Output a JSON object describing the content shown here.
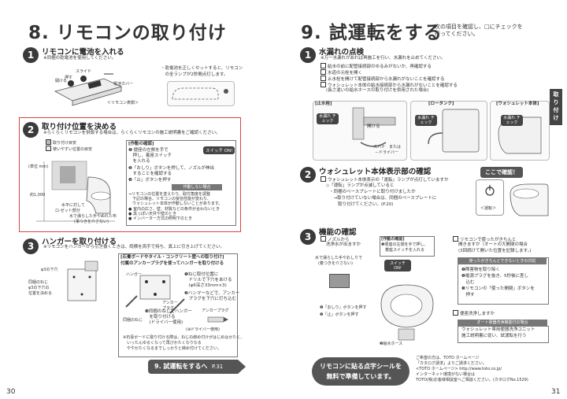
{
  "left": {
    "title": "8. リモコンの取り付け",
    "s1": {
      "num": "1",
      "title": "リモコンに電池を入れる",
      "note": "※同梱の乾電池を使用してください。",
      "tip": [
        "・乾電池を正しくセットすると、リモコン",
        "　の全ランプが2秒間点灯します。"
      ],
      "labels": {
        "open": "開ける",
        "press": "押す",
        "slide": "スライド",
        "cover": "電池カバー",
        "caption": "＜リモコン表側＞"
      }
    },
    "s2": {
      "num": "2",
      "title": "取り付け位置を決める",
      "note": "※らくらくリモコンを併設する場合は、らくらくリモコンの施工説明書をご確認ください。",
      "legend": [
        "取り付け目安",
        "使いやすい位置の目安"
      ],
      "dims": {
        "a": "(単位 mm)",
        "b": "約1,000",
        "c": "水平に対して",
        "d": "ロ-ゼット部分",
        "e": "水で濡らした手やぬれた布",
        "f": "(事つきを介さない)"
      },
      "confirm": {
        "title": "[作動の確認]",
        "items": [
          "❶ 便座の左側を手で",
          "　押し、着座スイッチ",
          "　を入れる",
          "❷「おしり」ボタンを押して、ノズルが伸出",
          "　することを確認する",
          "❸「止」ボタンを押す"
        ],
        "switch": "スイッチ ON!",
        "bad": "作動しない場合",
        "bad_items": [
          "⇒リモコンの位置を変えたり、取付角度を調整",
          "　下記の場合、リモコンの受信性能が変わり、",
          "　ウォシュレット本体が作動しないことがあります。",
          "● 室内の広さ、壁、材質などの条件が合わないとき",
          "● 黒っぽい天井や壁のとき",
          "● インバーター方式の照明下のとき"
        ]
      }
    },
    "s3": {
      "num": "3",
      "title": "ハンガーを取り付ける",
      "note": "※リモコンをハンガーから引き抜くときは、両横を両手で持ち、真上に引き上げてください。",
      "left_labels": [
        "φ3の下穴",
        "同梱のねじ",
        "φ3の下穴の",
        "位置を決める"
      ],
      "box_title": [
        "[石膏ボードやタイル・コンクリート壁への取り付け]",
        "付属のアンカープラグを使ってハンガーを取り付ける"
      ],
      "labels": {
        "hanger": "ハンガー",
        "anchor": "アンカー",
        "plug": "プラグ",
        "screw": "同梱のねじ",
        "anchorplug": "アンカープラグ"
      },
      "steps": [
        "❶ねじ取付位置に",
        "　ドリルで下穴をあける",
        "　(φ6深さ33mm×3)",
        "❷ハンマーなどで、アンカー",
        "　プラグを下穴に打ち込む",
        "❸同梱のねじでハンガー",
        "　を取り付ける",
        "　(ドライバー使用)"
      ],
      "screwdriver": "(⊕ドライバー使用)",
      "warn": [
        "※石膏ボードに取り付ける際は、ねじの締め付けがはじめはかたく、",
        "　いったんゆるくなって再びかたくなりなる",
        "　ややかたくなるまでしっかりと締め付けてください。"
      ]
    },
    "nav": {
      "label": "9. 試運転をするへ",
      "page": "P.31"
    },
    "page_num": "30"
  },
  "right": {
    "title": "9. 試運転をする",
    "intro": [
      "次の項目を確認し、□にチェックを",
      "行ってください。"
    ],
    "tab": [
      "取",
      "り",
      "付",
      "け"
    ],
    "s1": {
      "num": "1",
      "title": "水漏れの点検",
      "note": "※万一水漏れがあれば再施工を行い、水漏れを止めてください。",
      "checks": [
        "給水の前に配管接続部のゆるみがないか、再確認する",
        "水道の元栓を開く",
        "止水栓を開けて配管接続部から水漏れがないことを確認する",
        "ウォシュレット本体の給水接続部から水漏れがないことを確認する"
      ],
      "checks_note": "(長さ違いの給水ホースの取り付けを併用された場合)",
      "boxes": [
        "[止水栓]",
        "[ロータンク]",
        "[ウォシュレット本体]"
      ],
      "tag": "水漏れ チェック",
      "open": "開ける",
      "sp1": "スパナ　または",
      "sp2": "－ドライバー"
    },
    "s2": {
      "num": "2",
      "title": "ウォシュレット本体表示部の確認",
      "check": "ウォシュレット本体表示の「運転」ランプが点灯していますか",
      "sub": [
        "◇「運転」ランプが点滅していると",
        "・同梱のベースプレートに取り付けましたか",
        "　→取り付けていない場合は、同梱のベースプレートに",
        "　　取り付けてください。(P.20)"
      ],
      "callout": "ここで確認！",
      "lamp": "＜運転＞"
    },
    "s3": {
      "num": "3",
      "title": "機能の確認",
      "check1": [
        "ノズルから",
        "洗浄水が出ますか"
      ],
      "wet": [
        "水で濡らした手やおしりで",
        "(着つきを介さない)"
      ],
      "confirm": {
        "title": "[作動の確認]",
        "items": [
          "❶便座の左側を手で押し、",
          "　着座スイッチを入れる"
        ],
        "switch": "スイッチ ON!",
        "b2": "❷「おしり」ボタンを押す",
        "b3": "❸「止」ボタンを押す",
        "nozzle": "❸給水ホース"
      },
      "remote": [
        "リモコンで使ったがきちんと",
        "開きますか（オートの大開閉の場合",
        "(3回続けて開いた位置を記録します。)"
      ],
      "nsec": "使ったがきちんとできないときの対処",
      "nsteps": [
        "❶障害物を取り除く",
        "❷電源プラグを抜き、5秒後に差し",
        "　込む",
        "❸リモコンの「使った開閉」ボタンを",
        "　押す"
      ],
      "clean": "便座洗浄しますか",
      "auto": "オート便器洗浄機能付の場合",
      "auto_note": [
        "ウォシュレット専用便器洗浄ユニット",
        "施工説明書に従い、試運転を行う"
      ]
    },
    "footer": {
      "sticker": [
        "リモコンに貼る点字シールを",
        "無料で準備しています。"
      ],
      "lines": [
        "ご希望の方は、TOTO ホームページ",
        "「カタログ請求」よりご請求ください。",
        "<TOTO ホームページ> http://www.toto.co.jp/",
        "インターネット環境がない場合は",
        "TOTO(株)お客様相談室へご相談ください。(カタログNo.1529)"
      ]
    },
    "page_num": "31"
  },
  "colors": {
    "accent": "#666666",
    "highlight": "#e53935"
  }
}
